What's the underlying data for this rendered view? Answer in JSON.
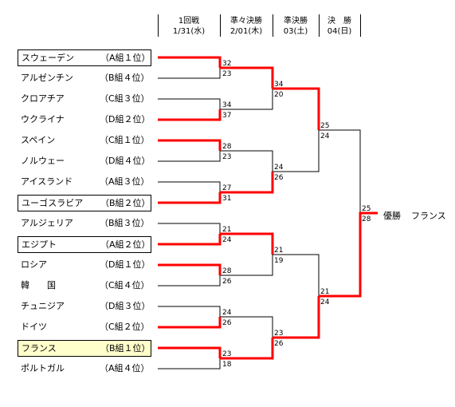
{
  "headers": [
    {
      "title": "1回戦",
      "date": "1/31(水)"
    },
    {
      "title": "準々決勝",
      "date": "2/01(木)"
    },
    {
      "title": "準決勝",
      "date": "03(土)"
    },
    {
      "title": "決　勝",
      "date": "04(日)"
    }
  ],
  "teams": [
    {
      "name": "スウェーデン",
      "group": "（A組１位）"
    },
    {
      "name": "アルゼンチン",
      "group": "（B組４位）"
    },
    {
      "name": "クロアチア",
      "group": "（C組３位）"
    },
    {
      "name": "ウクライナ",
      "group": "（D組２位）"
    },
    {
      "name": "スペイン",
      "group": "（C組１位）"
    },
    {
      "name": "ノルウェー",
      "group": "（D組４位）"
    },
    {
      "name": "アイスランド",
      "group": "（A組３位）"
    },
    {
      "name": "ユーゴスラビア",
      "group": "（B組２位）"
    },
    {
      "name": "アルジェリア",
      "group": "（B組３位）"
    },
    {
      "name": "エジプト",
      "group": "（A組２位）"
    },
    {
      "name": "ロシア",
      "group": "（D組１位）"
    },
    {
      "name": "韓　　国",
      "group": "（C組４位）"
    },
    {
      "name": "チュニジア",
      "group": "（D組３位）"
    },
    {
      "name": "ドイツ",
      "group": "（C組２位）"
    },
    {
      "name": "フランス",
      "group": "（B組１位）"
    },
    {
      "name": "ポルトガル",
      "group": "（A組４位）"
    }
  ],
  "round1_scores": [
    [
      "32",
      "23"
    ],
    [
      "34",
      "37"
    ],
    [
      "28",
      "23"
    ],
    [
      "27",
      "31"
    ],
    [
      "21",
      "24"
    ],
    [
      "28",
      "26"
    ],
    [
      "24",
      "26"
    ],
    [
      "23",
      "18"
    ]
  ],
  "quarterfinal_scores": [
    [
      "34",
      "20"
    ],
    [
      "24",
      "26"
    ],
    [
      "21",
      "19"
    ],
    [
      "23",
      "26"
    ]
  ],
  "semifinal_scores": [
    [
      "25",
      "24"
    ],
    [
      "21",
      "24"
    ]
  ],
  "final_scores": [
    "25",
    "28"
  ],
  "result": {
    "label": "優勝",
    "champion": "フランス"
  },
  "colors": {
    "winner_line": "#ff0000",
    "line": "#000000",
    "champion_bg": "#ffffcc"
  }
}
